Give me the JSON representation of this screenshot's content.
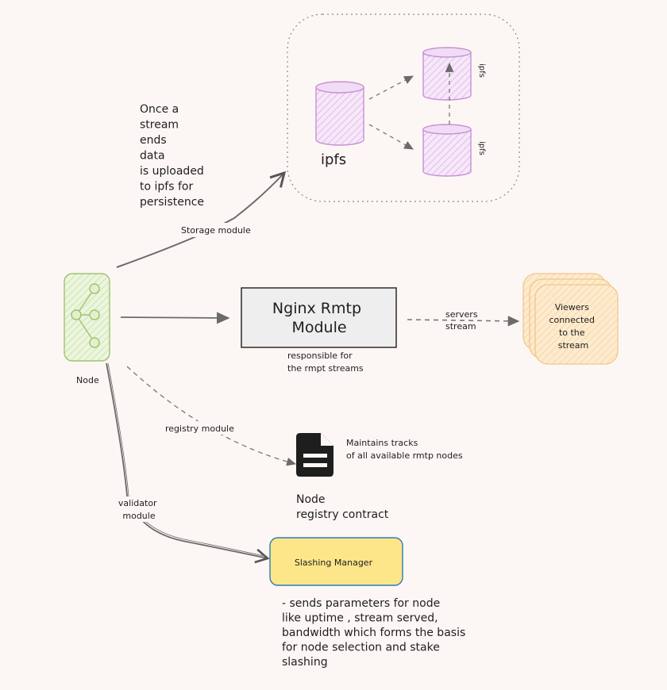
{
  "diagram": {
    "storage_note": [
      "Once a",
      "stream",
      "ends",
      "data",
      "is uploaded",
      "to ipfs for",
      "persistence"
    ],
    "ipfs_label": "ipfs",
    "ipfs_node_label": "ipfs",
    "storage_module_label": "Storage module",
    "node_label": "Node",
    "nginx_title": [
      "Nginx Rmtp",
      "Module"
    ],
    "nginx_note": [
      "responsible for",
      "the rmpt streams"
    ],
    "servers_stream_label": [
      "servers",
      "stream"
    ],
    "viewers_label": [
      "Viewers",
      "connected",
      "to the",
      "stream"
    ],
    "registry_module_label": "registry module",
    "registry_note": [
      "Maintains tracks",
      "of all available rmtp nodes"
    ],
    "registry_contract_label": [
      "Node",
      "registry contract"
    ],
    "validator_module_label": [
      "validator",
      "module"
    ],
    "slashing_manager_label": "Slashing Manager",
    "slashing_note": [
      "- sends parameters for node",
      "like uptime , stream served,",
      "bandwidth which forms the basis",
      "for node selection and stake",
      "slashing"
    ]
  },
  "colors": {
    "background": "#fcf7f5",
    "node_stroke": "#9ec46b",
    "node_fill": "#e3f0cf",
    "ipfs_stroke": "#c88fd6",
    "ipfs_fill": "#f1dcf5",
    "viewers_stroke": "#f3c58a",
    "viewers_fill": "#fde4c0",
    "slashing_stroke": "#2f79b9",
    "slashing_fill": "#fde68a",
    "nginx_fill": "#eeeeee"
  }
}
